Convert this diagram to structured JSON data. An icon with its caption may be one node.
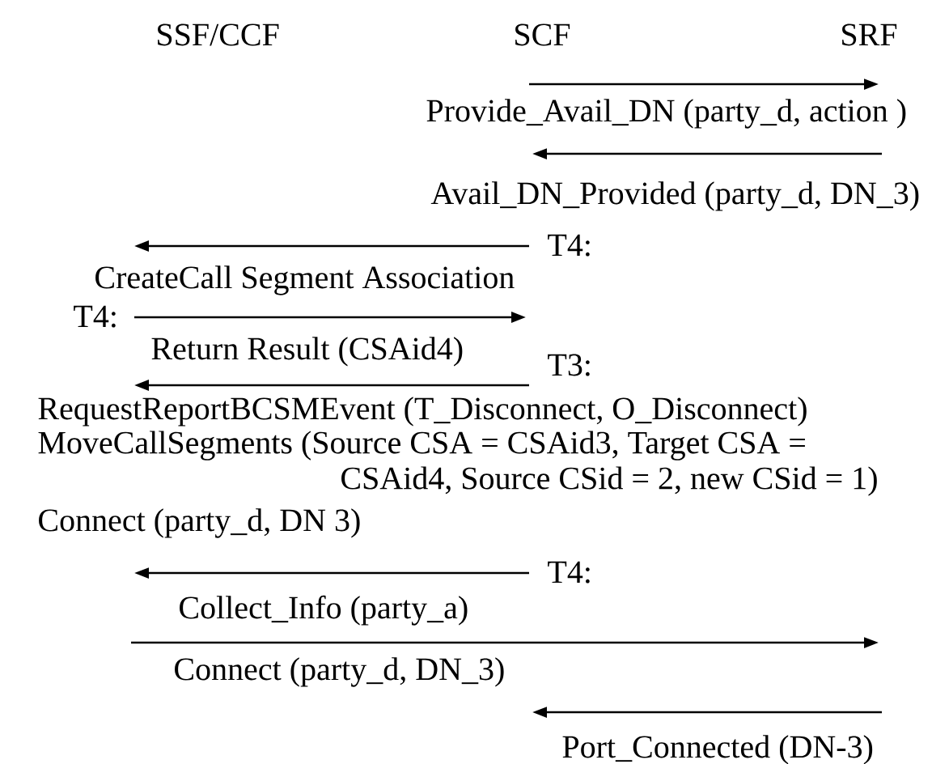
{
  "diagram": {
    "labels": [
      "SSF/CCF",
      "SCF",
      "SRF",
      "Provide_Avail_DN (party_d, action )",
      "Avail_DN_Provided (party_d, DN_3)",
      "T4:",
      "CreateCall Segment Association",
      "T4:",
      "Return Result (CSAid4)",
      "T3:",
      "RequestReportBCSMEvent (T_Disconnect, O_Disconnect)",
      "MoveCallSegments  (Source CSA = CSAid3, Target CSA = CSAid4, Source CSid = 2, new CSid = 1)",
      "Connect (party_d, DN 3)",
      "T4:",
      "Collect_Info (party_a)",
      "Connect (party_d, DN_3)",
      "Port_Connected (DN-3)"
    ]
  }
}
